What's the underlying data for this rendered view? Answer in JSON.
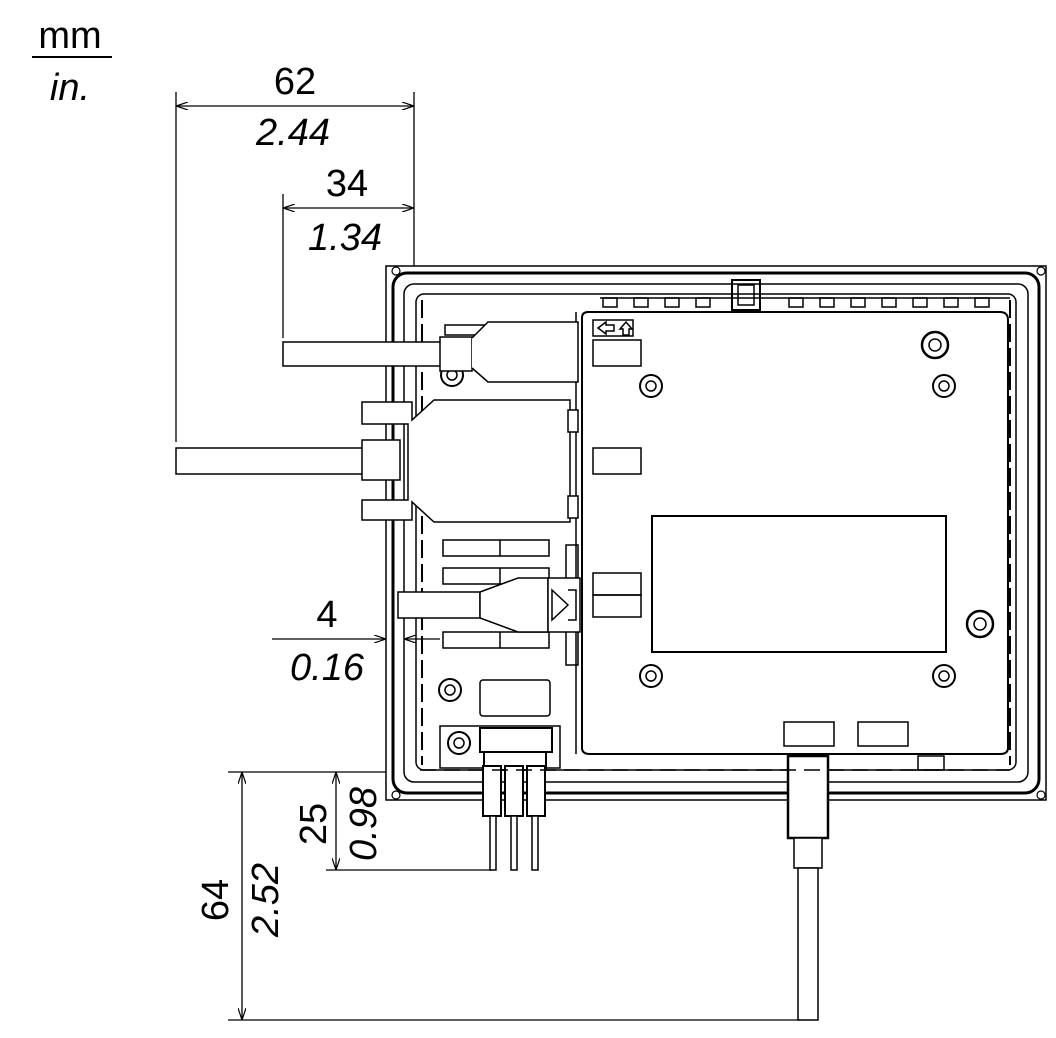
{
  "units": {
    "top": "mm",
    "bottom": "in."
  },
  "dimensions": [
    {
      "id": "cable-overall",
      "mm": "62",
      "in": "2.44"
    },
    {
      "id": "cable-short",
      "mm": "34",
      "in": "1.34"
    },
    {
      "id": "bezel-clearance",
      "mm": "4",
      "in": "0.16"
    },
    {
      "id": "terminal-depth",
      "mm": "25",
      "in": "0.98"
    },
    {
      "id": "cable-depth",
      "mm": "64",
      "in": "2.52"
    }
  ]
}
